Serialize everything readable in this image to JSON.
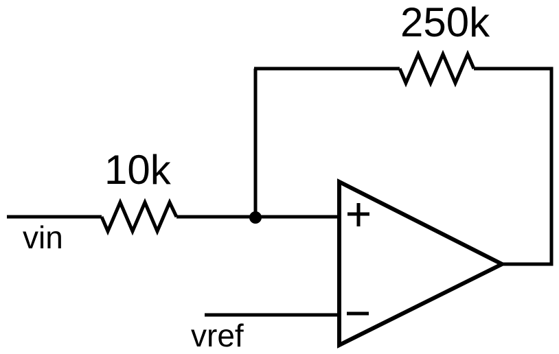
{
  "diagram": {
    "kind": "op-amp circuit schematic",
    "colors": {
      "background": "#ffffff",
      "line": "#000000"
    },
    "labels": {
      "feedback_resistor_value": "250k",
      "input_resistor_value": "10k",
      "input_signal": "vin",
      "reference_signal": "vref",
      "noninverting_input": "+",
      "inverting_input": "−"
    }
  }
}
